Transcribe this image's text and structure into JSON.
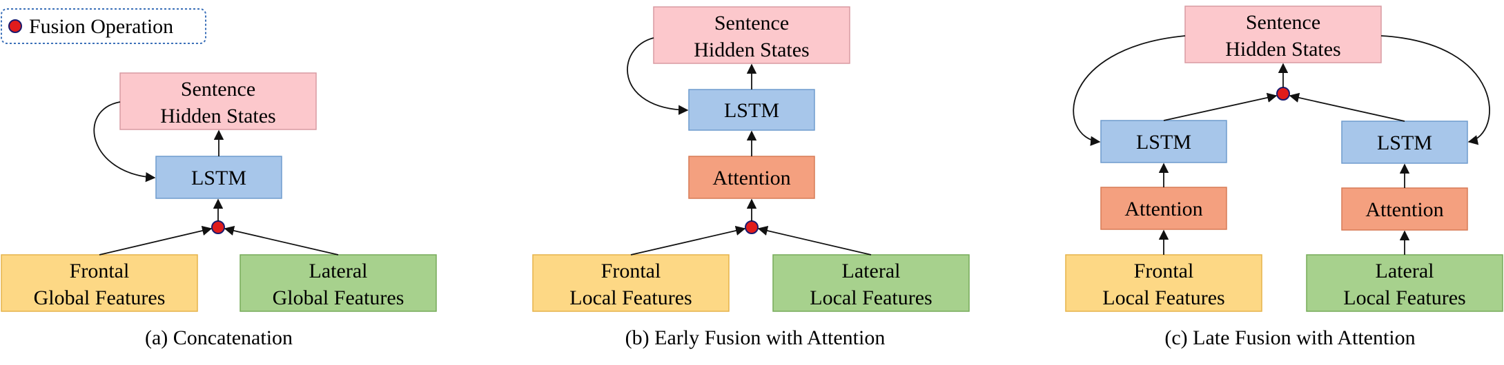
{
  "legend": {
    "label": "Fusion Operation"
  },
  "colors": {
    "sentence": "#fcc8cc",
    "lstm": "#a7c6ea",
    "attention": "#f4a07f",
    "frontal": "#fdd885",
    "lateral": "#a7d18d",
    "fusion": "#e01c1c",
    "legend_border": "#3a6fb8"
  },
  "panel_a": {
    "caption": "(a) Concatenation",
    "sentence": [
      "Sentence",
      "Hidden States"
    ],
    "lstm": "LSTM",
    "frontal": [
      "Frontal",
      "Global Features"
    ],
    "lateral": [
      "Lateral",
      "Global Features"
    ]
  },
  "panel_b": {
    "caption": "(b) Early Fusion with Attention",
    "sentence": [
      "Sentence",
      "Hidden States"
    ],
    "lstm": "LSTM",
    "attention": "Attention",
    "frontal": [
      "Frontal",
      "Local Features"
    ],
    "lateral": [
      "Lateral",
      "Local Features"
    ]
  },
  "panel_c": {
    "caption": "(c) Late Fusion with Attention",
    "sentence": [
      "Sentence",
      "Hidden States"
    ],
    "lstm_left": "LSTM",
    "lstm_right": "LSTM",
    "attention_left": "Attention",
    "attention_right": "Attention",
    "frontal": [
      "Frontal",
      "Local Features"
    ],
    "lateral": [
      "Lateral",
      "Local Features"
    ]
  }
}
